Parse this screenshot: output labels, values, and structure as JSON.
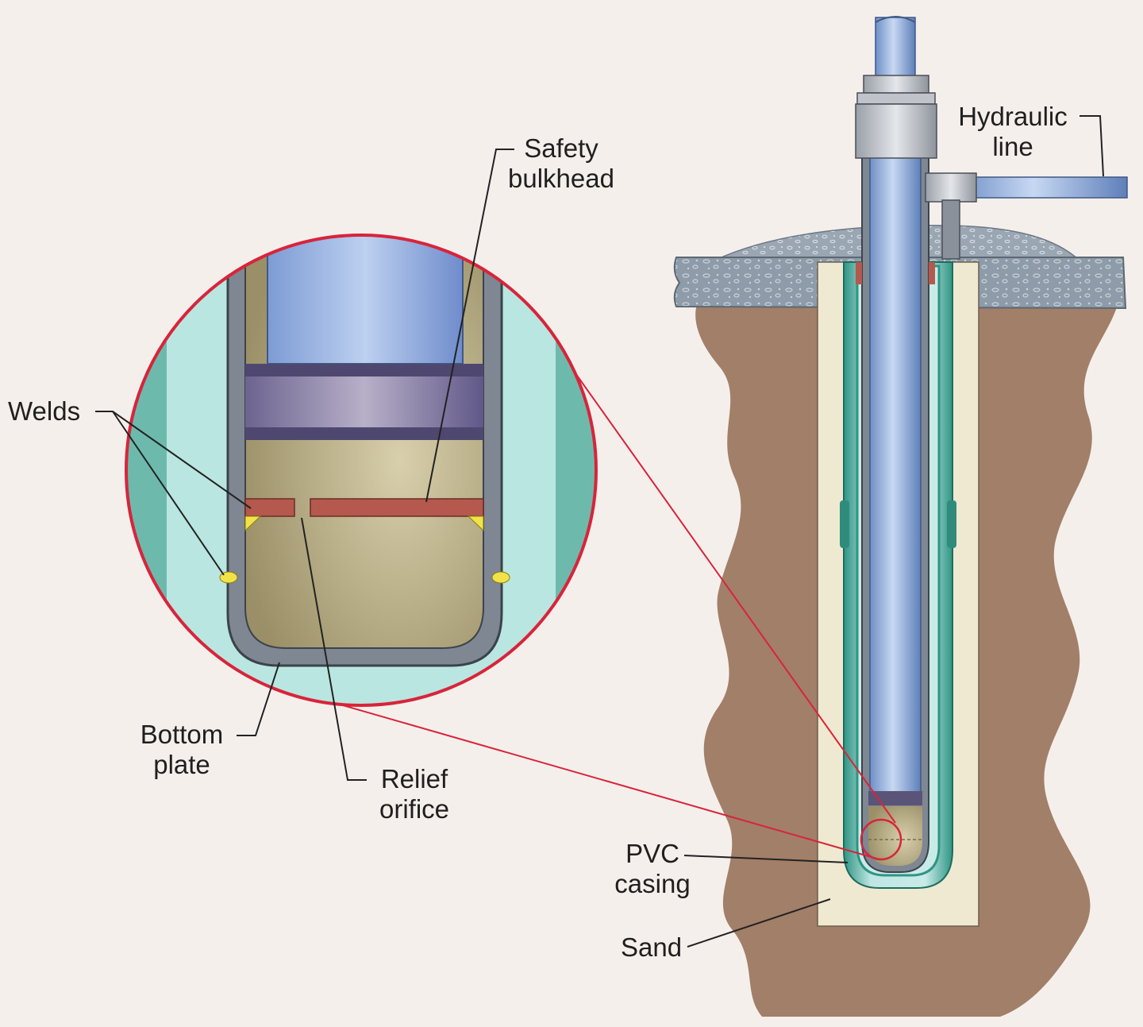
{
  "labels": {
    "safety_bulkhead_1": "Safety",
    "safety_bulkhead_2": "bulkhead",
    "hydraulic_line_1": "Hydraulic",
    "hydraulic_line_2": "line",
    "welds": "Welds",
    "bottom_plate_1": "Bottom",
    "bottom_plate_2": "plate",
    "relief_orifice_1": "Relief",
    "relief_orifice_2": "orifice",
    "pvc_casing_1": "PVC",
    "pvc_casing_2": "casing",
    "sand": "Sand"
  },
  "colors": {
    "background": "#f5efec",
    "callout_ring": "#d8243a",
    "soil": "#a07d66",
    "sand": "#efe8cf",
    "pvc_casing": "#2f8c7c",
    "cylinder": "#8fb0de",
    "fluid": "#c8bd95",
    "bulkhead": "#b5584d",
    "concrete": "#8f9ba8",
    "weld": "#f2e24a"
  }
}
